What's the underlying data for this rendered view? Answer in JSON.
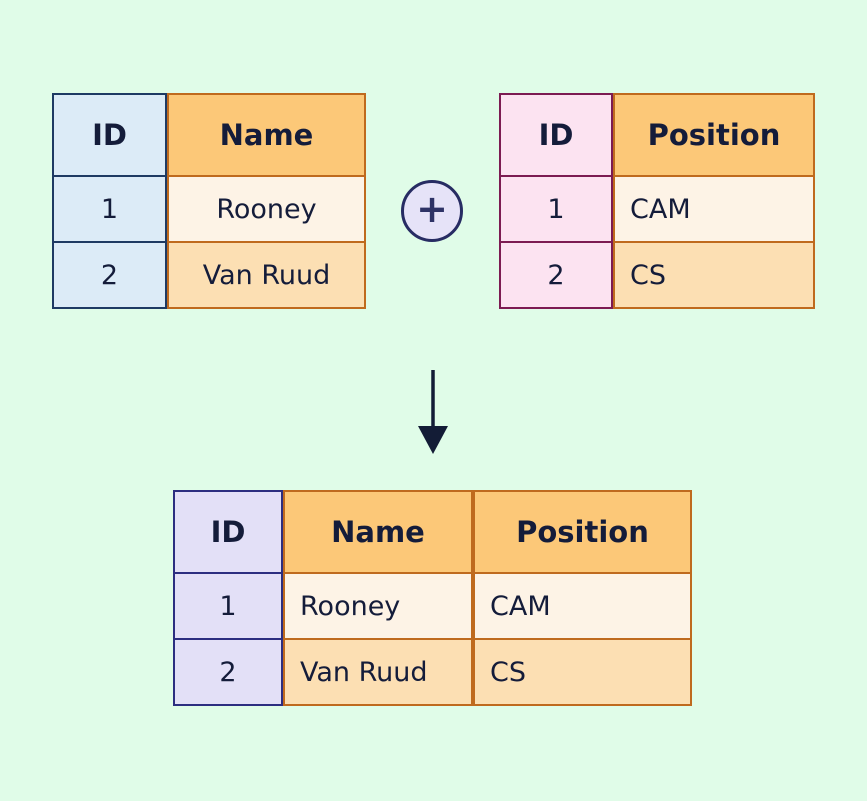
{
  "diagram_name": "table-join-diagram",
  "operator": {
    "plus": "+"
  },
  "tables": {
    "left": {
      "headers": [
        "ID",
        "Name"
      ],
      "rows": [
        [
          "1",
          "Rooney"
        ],
        [
          "2",
          "Van Ruud"
        ]
      ]
    },
    "right": {
      "headers": [
        "ID",
        "Position"
      ],
      "rows": [
        [
          "1",
          "CAM"
        ],
        [
          "2",
          "CS"
        ]
      ]
    },
    "result": {
      "headers": [
        "ID",
        "Name",
        "Position"
      ],
      "rows": [
        [
          "1",
          "Rooney",
          "CAM"
        ],
        [
          "2",
          "Van Ruud",
          "CS"
        ]
      ]
    }
  },
  "colors": {
    "background": "#e0fce8",
    "text": "#141c3a",
    "header_fill": "#fcc878",
    "row_odd_fill": "#fdf3e6",
    "row_even_fill": "#fcdfb3",
    "orange_border": "#bf6a1e",
    "left_id_fill": "#dcebf7",
    "left_id_border": "#1e3a63",
    "right_id_fill": "#fce3f1",
    "right_id_border": "#7c1b52",
    "result_id_fill": "#e3e0f7",
    "result_id_border": "#2c2e80",
    "plus_circle_fill": "#e6e3f8",
    "plus_circle_border": "#272c63",
    "arrow_color": "#131c36"
  }
}
